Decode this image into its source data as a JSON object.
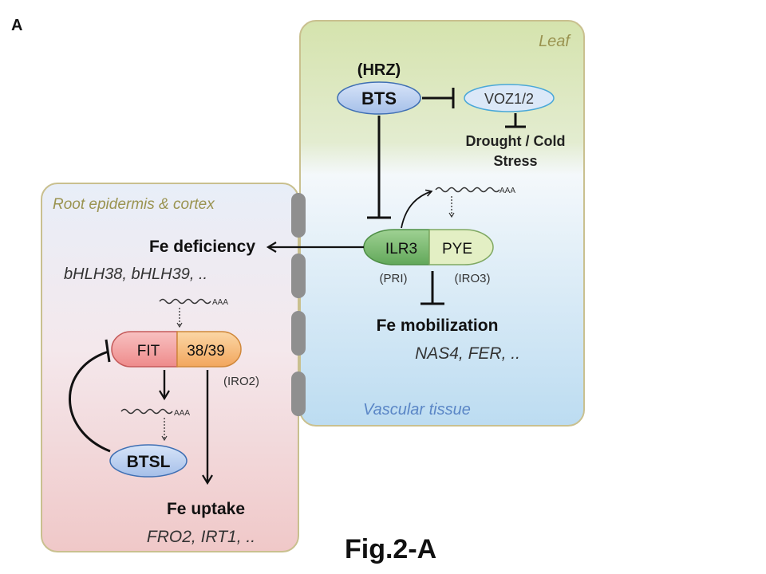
{
  "panel_label": "A",
  "caption": "Fig.2-A",
  "leaf": {
    "title": "Leaf",
    "vascular_label": "Vascular tissue",
    "hrz": "(HRZ)",
    "bts": "BTS",
    "voz": "VOZ1/2",
    "stress_line1": "Drought / Cold",
    "stress_line2": "Stress",
    "ilr3": "ILR3",
    "pye": "PYE",
    "pri": "(PRI)",
    "iro3": "(IRO3)",
    "mrna_tail": "AAA",
    "fe_mobilization": "Fe mobilization",
    "mobilization_genes": "NAS4, FER, .."
  },
  "root": {
    "title": "Root epidermis & cortex",
    "fe_deficiency": "Fe deficiency",
    "deficiency_genes": "bHLH38, bHLH39, ..",
    "mrna_tail": "AAA",
    "fit": "FIT",
    "b3839": "38/39",
    "iro2": "(IRO2)",
    "mrna_tail2": "AAA",
    "btsl": "BTSL",
    "fe_uptake": "Fe uptake",
    "uptake_genes": "FRO2, IRT1, .."
  },
  "colors": {
    "leaf_top": "#d5e3ad",
    "leaf_bottom": "#bcdcf1",
    "root_top": "#e8eef8",
    "root_bottom": "#f0c8c8",
    "box_border": "#c9c08f",
    "label_olive": "#9a9350",
    "label_blue": "#5a86c6",
    "blue_oval": "#b7cdef",
    "ilr3_green": "#74b86b",
    "pye_green": "#e3efc4",
    "fit_red": "#f19a9a",
    "orange": "#f5b874",
    "connector": "#8f8f8f"
  }
}
